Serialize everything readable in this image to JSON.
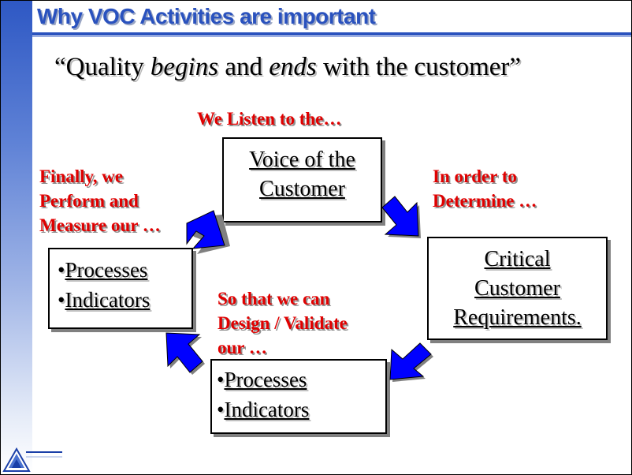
{
  "title": "Why VOC Activities are important",
  "quote": {
    "open": "“Quality ",
    "begins": "begins",
    "mid": " and ",
    "ends": "ends",
    "close": " with the customer”"
  },
  "labels": {
    "listen": "We Listen to the…",
    "determine": [
      "In order to",
      "Determine …"
    ],
    "design": [
      "So that we can",
      "Design / Validate",
      "our …"
    ],
    "finally": [
      "Finally, we",
      "Perform and",
      "Measure our …"
    ]
  },
  "boxes": {
    "voice": [
      "Voice of the",
      "Customer"
    ],
    "critical": [
      "Critical",
      "Customer",
      "Requirements."
    ],
    "processes_bottom": [
      "Processes",
      "Indicators"
    ],
    "processes_left": [
      "Processes",
      "Indicators"
    ]
  },
  "bullet": "•",
  "colors": {
    "accent_red": "#e00000",
    "arrow_blue": "#0000ff",
    "title_blue": "#2a52be"
  },
  "icons": [
    "cycle-arrow-icon",
    "company-logo-icon"
  ]
}
